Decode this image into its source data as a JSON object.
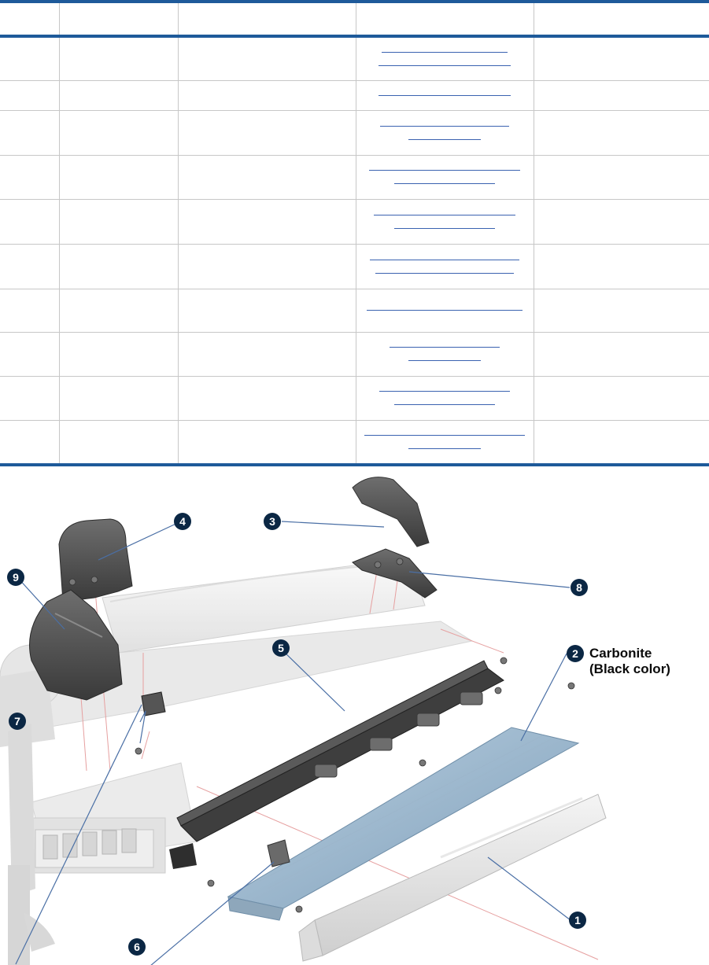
{
  "table": {
    "row_heights": [
      56,
      38,
      57,
      56,
      57,
      57,
      55,
      56,
      56,
      57
    ],
    "rows": [
      {
        "links": [
          {
            "w": 160
          },
          {
            "w": 168
          }
        ]
      },
      {
        "links": [
          {
            "w": 168
          }
        ]
      },
      {
        "links": [
          {
            "w": 164
          },
          {
            "w": 92
          }
        ]
      },
      {
        "links": [
          {
            "w": 192
          },
          {
            "w": 128
          }
        ]
      },
      {
        "links": [
          {
            "w": 180
          },
          {
            "w": 128
          }
        ]
      },
      {
        "links": [
          {
            "w": 190
          },
          {
            "w": 176
          }
        ]
      },
      {
        "links": [
          {
            "w": 198
          }
        ]
      },
      {
        "links": [
          {
            "w": 140
          },
          {
            "w": 92
          }
        ]
      },
      {
        "links": [
          {
            "w": 166
          },
          {
            "w": 128
          }
        ]
      },
      {
        "links": [
          {
            "w": 204
          },
          {
            "w": 92
          }
        ]
      }
    ]
  },
  "diagram": {
    "callouts": [
      "1",
      "2",
      "3",
      "4",
      "5",
      "6",
      "7",
      "8",
      "9"
    ],
    "carbonite_label_line1": "Carbonite",
    "carbonite_label_line2": "(Black color)"
  }
}
